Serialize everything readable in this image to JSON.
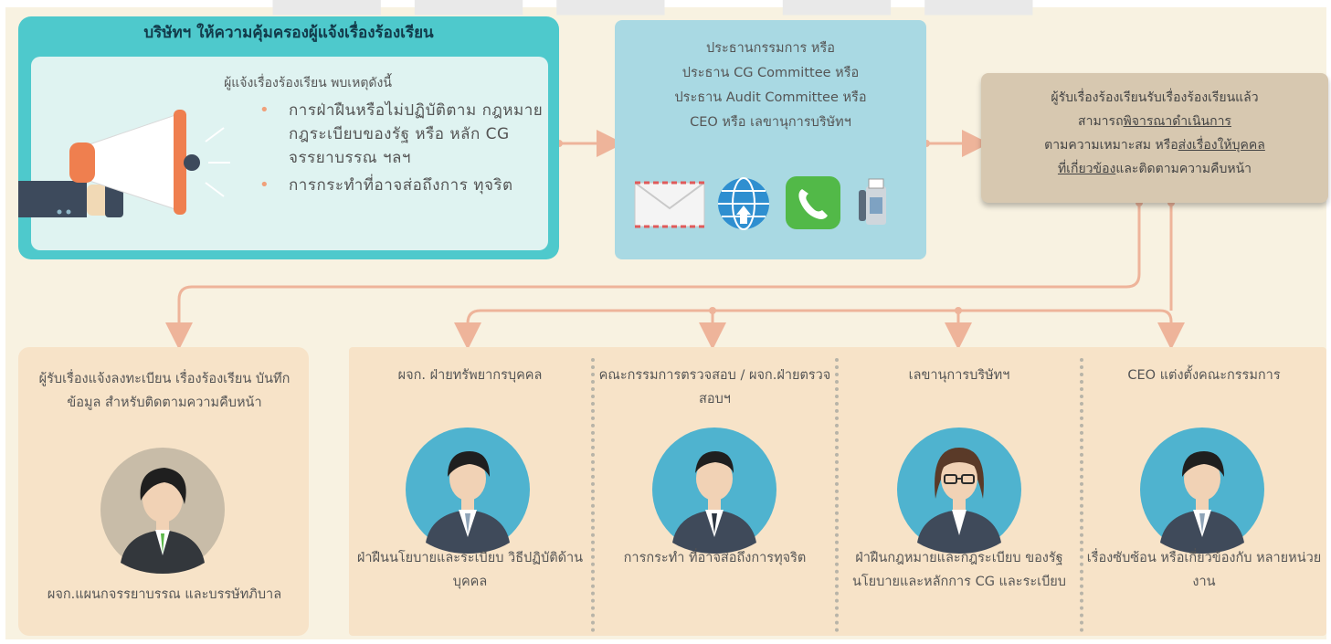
{
  "box1": {
    "title": "บริษัทฯ ให้ความคุ้มครองผู้แจ้งเรื่องร้องเรียน",
    "heading": "ผู้แจ้งเรื่องร้องเรียน พบเหตุดังนี้",
    "bullets": [
      "การฝ่าฝืนหรือไม่ปฏิบัติตาม กฎหมาย กฎระเบียบของรัฐ หรือ หลัก CG จรรยาบรรณ ฯลฯ",
      "การกระทำที่อาจส่อถึงการ ทุจริต"
    ]
  },
  "box2": {
    "lines": [
      "ประธานกรรมการ หรือ",
      "ประธาน CG Committee หรือ",
      "ประธาน Audit Committee หรือ",
      "CEO หรือ เลขานุการบริษัทฯ"
    ],
    "icons": [
      "envelope-icon",
      "globe-icon",
      "phone-icon",
      "fax-icon"
    ]
  },
  "box3": {
    "line1": "ผู้รับเรื่องร้องเรียนรับเรื่องร้องเรียนแล้ว",
    "line2_pre": "สามารถ",
    "line2_u": "พิจารณาดำเนินการ",
    "line3_pre": "ตามความเหมาะสม หรือ",
    "line3_u": "ส่งเรื่องให้บุคคล",
    "line4_u": "ที่เกี่ยวข้อง",
    "line4_post": "และติดตามความคืบหน้า"
  },
  "registrar": {
    "title": "ผู้รับเรื่องแจ้งลงทะเบียน เรื่องร้องเรียน บันทึกข้อมูล สำหรับติดตามความคืบหน้า",
    "desc": "ผจก.แผนกจรรยาบรรณ และบรรษัทภิบาล"
  },
  "columns": [
    {
      "title": "ผจก. ฝ่ายทรัพยากรบุคคล",
      "desc": "ฝ่าฝืนนโยบายและระเบียบ วิธีปฏิบัติด้านบุคคล"
    },
    {
      "title": "คณะกรรมการตรวจสอบ / ผจก.ฝ่ายตรวจสอบฯ",
      "desc": "การกระทำ ที่อาจส่อถึงการทุจริต"
    },
    {
      "title": "เลขานุการบริษัทฯ",
      "desc": "ฝ่าฝืนกฎหมายและกฎระเบียบ ของรัฐ นโยบายและหลักการ CG และระเบียบ"
    },
    {
      "title": "CEO แต่งตั้งคณะกรรมการ",
      "desc": "เรื่องซับซ้อน หรือเกี่ยวข้องกับ หลายหน่วยงาน"
    }
  ],
  "colors": {
    "teal": "#4ec9cc",
    "light_teal": "#dff3f1",
    "sky": "#a9d9e3",
    "tan": "#d7c8b0",
    "peach": "#f7e3c8",
    "connector": "#eeb49a",
    "bullet": "#f0a07a"
  }
}
